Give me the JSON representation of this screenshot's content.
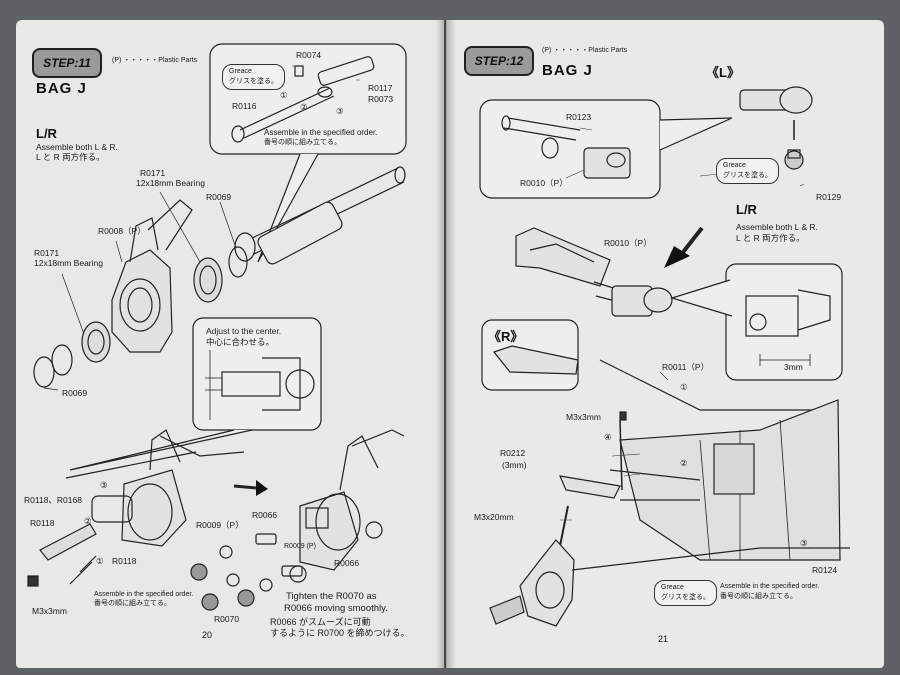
{
  "left": {
    "step": "STEP:11",
    "legend": "(P) ・・・・・Plastic Parts",
    "bag": "BAG J",
    "side": "L/R",
    "side_note_en": "Assemble both L & R.",
    "side_note_ja": "L と R 両方作る。",
    "callout_top": {
      "greace_en": "Greace",
      "greace_ja": "グリスを塗る。",
      "parts": [
        "R0074",
        "R0117",
        "R0073",
        "R0116"
      ],
      "nums": [
        "①",
        "②",
        "③"
      ],
      "order_en": "Assemble in the specified order.",
      "order_ja": "番号の順に組み立てる。"
    },
    "labels": {
      "r0171_top": "R0171",
      "bearing_top": "12x18mm Bearing",
      "r0069_top": "R0069",
      "r0008": "R0008（P）",
      "r0171_left": "R0171",
      "bearing_left": "12x18mm Bearing",
      "r0069_bottom": "R0069"
    },
    "callout_center": {
      "en": "Adjust to the center.",
      "ja": "中心に合わせる。"
    },
    "lower": {
      "r0118_r0168": "R0118、R0168",
      "n3": "③",
      "r0118_a": "R0118",
      "n2": "②",
      "n1": "①",
      "r0118_b": "R0118",
      "m3x3": "M3x3mm",
      "order_en": "Assemble in the specified order.",
      "order_ja": "番号の順に組み立てる。",
      "r0009_p": "R0009（P）",
      "r0066_a": "R0066",
      "r0009_p2": "R0009 (P)",
      "r0066_b": "R0066",
      "r0070": "R0070",
      "tighten_en_1": "Tighten the R0070 as",
      "tighten_en_2": "R0066 moving smoothly.",
      "tighten_ja_1": "R0066 がスムーズに可動",
      "tighten_ja_2": "するように R0700 を締めつける。"
    },
    "page_number": "20"
  },
  "right": {
    "step": "STEP:12",
    "legend": "(P) ・・・・・Plastic Parts",
    "bag": "BAG J",
    "l_badge": "《L》",
    "callout_top": {
      "r0123": "R0123",
      "r0010_p": "R0010（P）"
    },
    "greace_en": "Greace",
    "greace_ja": "グリスを塗る。",
    "r0129": "R0129",
    "side": "L/R",
    "side_note_en": "Assemble both L & R.",
    "side_note_ja": "L と R 両方作る。",
    "r0010_p2": "R0010（P）",
    "r_badge": "《R》",
    "dim": "3mm",
    "labels": {
      "r0011_p": "R0011（P）",
      "n1": "①",
      "m3x3": "M3x3mm",
      "n4": "④",
      "r0212": "R0212",
      "r0212_size": "(3mm)",
      "n2": "②",
      "m3x20": "M3x20mm",
      "n3": "③",
      "r0124": "R0124",
      "greace_en": "Greace",
      "greace_ja": "グリスを塗る。",
      "order_en": "Assemble in the specified order.",
      "order_ja": "番号の順に組み立てる。"
    },
    "page_number": "21"
  }
}
